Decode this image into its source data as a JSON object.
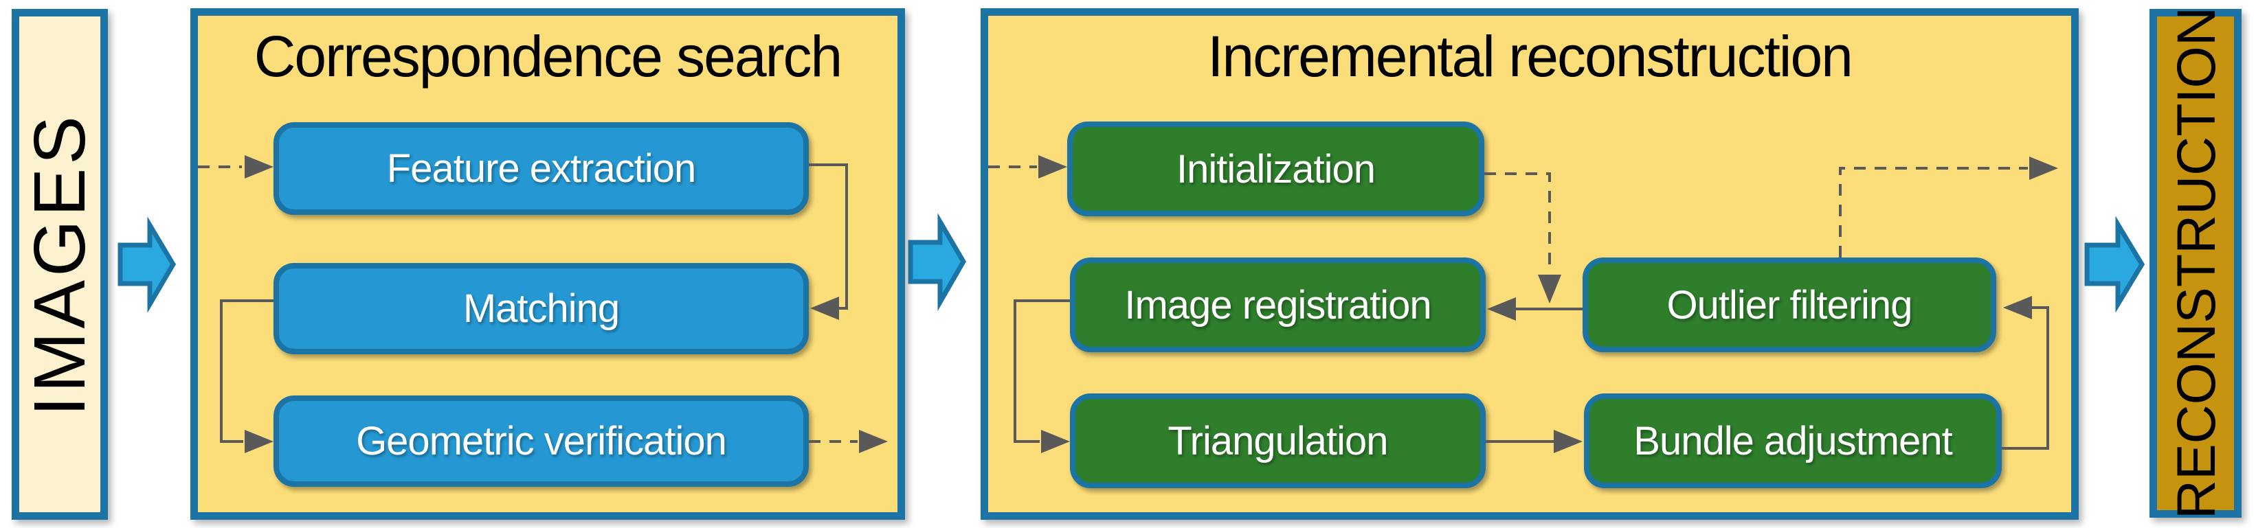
{
  "colors": {
    "page_bg": "#ffffff",
    "stage_fill": "#FBDD79",
    "input_fill": "#FCF2D0",
    "output_fill": "#C6930E",
    "step_blue": "#2598D3",
    "step_green": "#2E7E2C",
    "border_teal": "#1B74A4",
    "connector_gray": "#595959",
    "flow_arrow_blue": "#29A9E0",
    "title_text": "#000000",
    "step_text": "#FFFFFF"
  },
  "diagram": {
    "input_label": "IMAGES",
    "output_label": "RECONSTRUCTION",
    "stage1": {
      "title": "Correspondence search",
      "steps": {
        "feature_extraction": "Feature extraction",
        "matching": "Matching",
        "geometric_verification": "Geometric verification"
      }
    },
    "stage2": {
      "title": "Incremental reconstruction",
      "steps": {
        "initialization": "Initialization",
        "image_registration": "Image registration",
        "outlier_filtering": "Outlier filtering",
        "triangulation": "Triangulation",
        "bundle_adjustment": "Bundle adjustment"
      }
    }
  }
}
